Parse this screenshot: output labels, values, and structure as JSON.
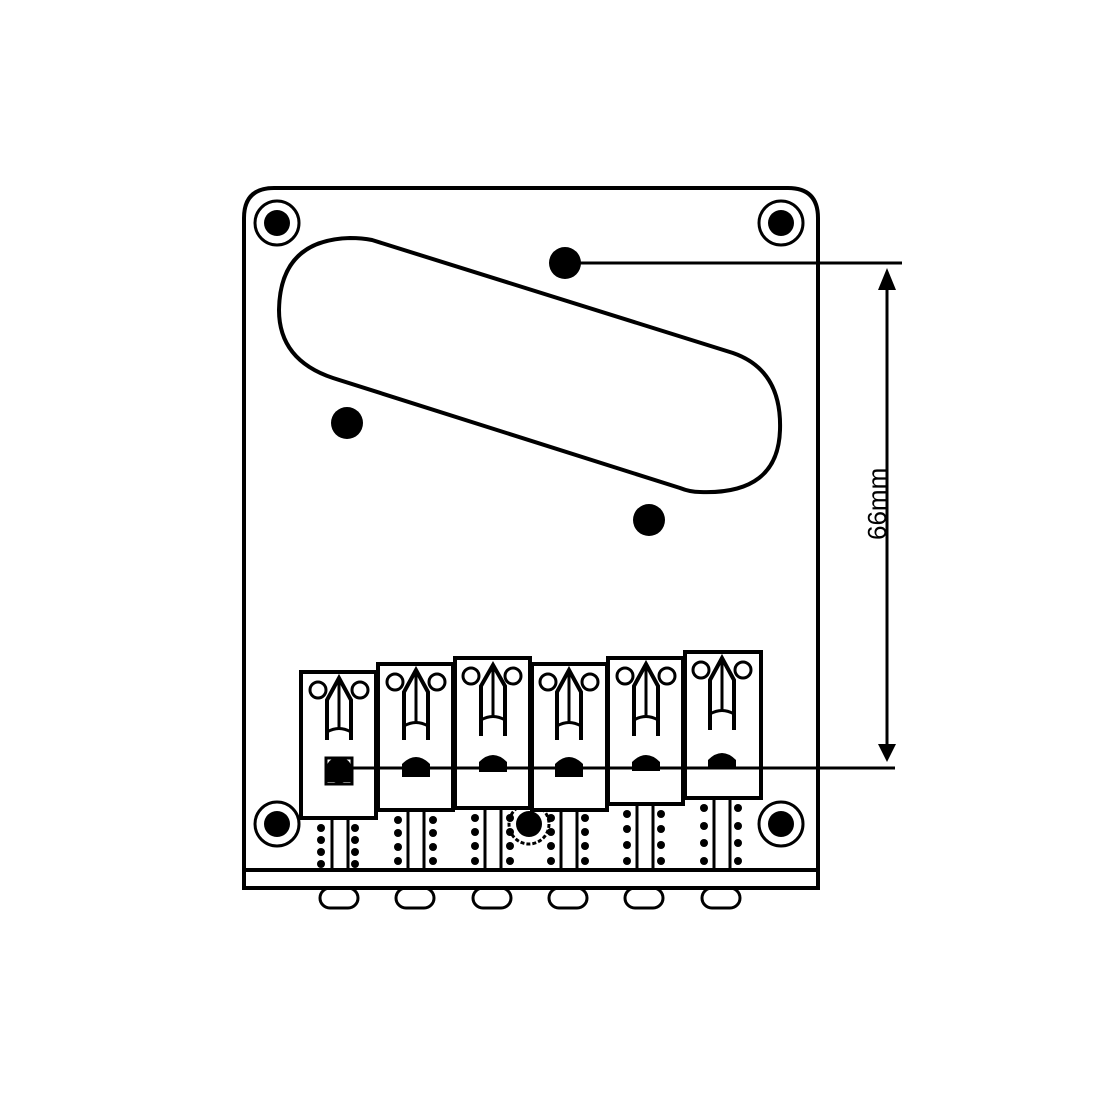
{
  "diagram": {
    "subject": "Telecaster-style guitar bridge plate with pickup cutout and six saddles",
    "colors": {
      "line": "#000000",
      "background": "#ffffff"
    },
    "dimension": {
      "label": "66mm",
      "from": "pickup mounting hole (top)",
      "to": "saddle intonation line"
    },
    "plate": {
      "mounting_holes": 4,
      "pickup_screw_holes": 3,
      "saddles": 6,
      "string_ferrule_slots": 6
    }
  }
}
